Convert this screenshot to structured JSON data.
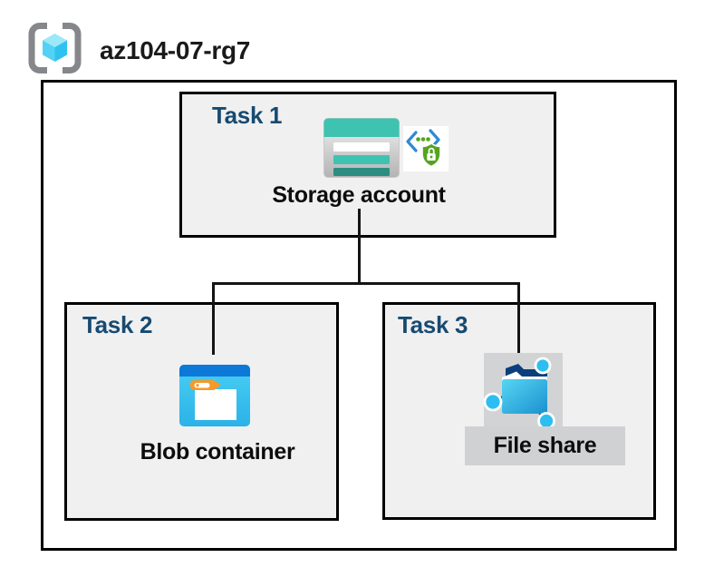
{
  "header": {
    "title": "az104-07-rg7",
    "icon": "resource-group-icon"
  },
  "diagram": {
    "tasks": [
      {
        "label": "Task 1",
        "resource": "Storage account",
        "icons": [
          "storage-account-icon",
          "code-shield-lock-badge-icon"
        ]
      },
      {
        "label": "Task 2",
        "resource": "Blob container",
        "icons": [
          "blob-container-icon"
        ]
      },
      {
        "label": "Task 3",
        "resource": "File share",
        "icons": [
          "file-share-icon"
        ],
        "selected": true
      }
    ],
    "connections": [
      {
        "from": "Storage account",
        "to": "Blob container"
      },
      {
        "from": "Storage account",
        "to": "File share"
      }
    ]
  },
  "colors": {
    "task_label_navy": "#174a70",
    "task_box_fill": "#f0f0f1",
    "outline_black": "#000000",
    "storage_teal": "#3ec3b1",
    "storage_teal_dark": "#2b8e81",
    "blob_bar_blue": "#0c78d8",
    "blob_body_cyan": "#38c3ee",
    "folder_tab_orange": "#f59a28",
    "fileshare_navy": "#0a3e7d",
    "fileshare_node_cyan": "#2cbef0",
    "selection_gray": "#d2d3d4",
    "badge_shield_green": "#55a41f",
    "badge_bracket_blue": "#2e8ad6",
    "rg_bracket_gray": "#85878a",
    "rg_cube_cyan": "#53d2f3"
  }
}
